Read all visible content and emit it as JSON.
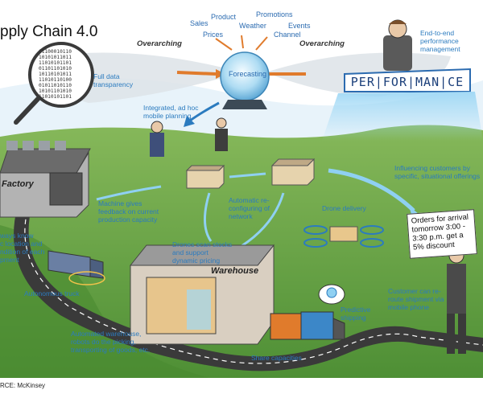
{
  "title": "pply Chain 4.0",
  "overarching_left": "Overarching",
  "overarching_right": "Overarching",
  "forecasting_inputs": [
    "Sales",
    "Product",
    "Promotions",
    "Prices",
    "Weather",
    "Events",
    "Channel"
  ],
  "forecasting": "Forecasting",
  "performance_sign": "PER|FOR|MAN|CE",
  "labels": {
    "full_data_transparency": [
      "Full data",
      "transparency"
    ],
    "integrated_planning": [
      "Integrated, ad hoc",
      "mobile planning"
    ],
    "end_to_end": [
      "End-to-end",
      "performance",
      "management"
    ],
    "factory": "Factory",
    "machine_feedback": [
      "Machine gives",
      "feedback on current",
      "production capacity"
    ],
    "automatic_reconfig": [
      "Automatic re-",
      "configuring of",
      "network"
    ],
    "influencing": [
      "Influencing customers by",
      "specific, situational offerings"
    ],
    "drone_delivery": "Drone delivery",
    "drones_scan": [
      "Drones scan stocks",
      "and support",
      "dynamic pricing"
    ],
    "always_know": [
      "ways know",
      "c location and",
      "ndition of each",
      "pment"
    ],
    "autonomous_truck": "Autonomous truck",
    "warehouse": "Warehouse",
    "automated_warehouse": [
      "Automated warehouse,",
      "robots do the picking,",
      "transporting of goods, etc."
    ],
    "predictive_shipping": [
      "Predictive",
      "shipping"
    ],
    "customer_reroute": [
      "Customer can re-",
      "route shipment via",
      "mobile phone"
    ],
    "share_capacities": "Share capacities"
  },
  "note_text": "Orders for arrival tomorrow 3:00 - 3:30 p.m. get a 5% discount",
  "source": "RCE: McKinsey",
  "binary_rows": [
    "01100010110",
    "10101011011",
    "11010101101",
    "01101101010",
    "10110101011",
    "11010110100",
    "01011010110",
    "10101101010",
    "11010101101"
  ],
  "colors": {
    "accent_blue": "#2b7bbf",
    "sky_blue": "#8fd0f2",
    "grass": "#6fa642",
    "road": "#3a3a3a"
  }
}
